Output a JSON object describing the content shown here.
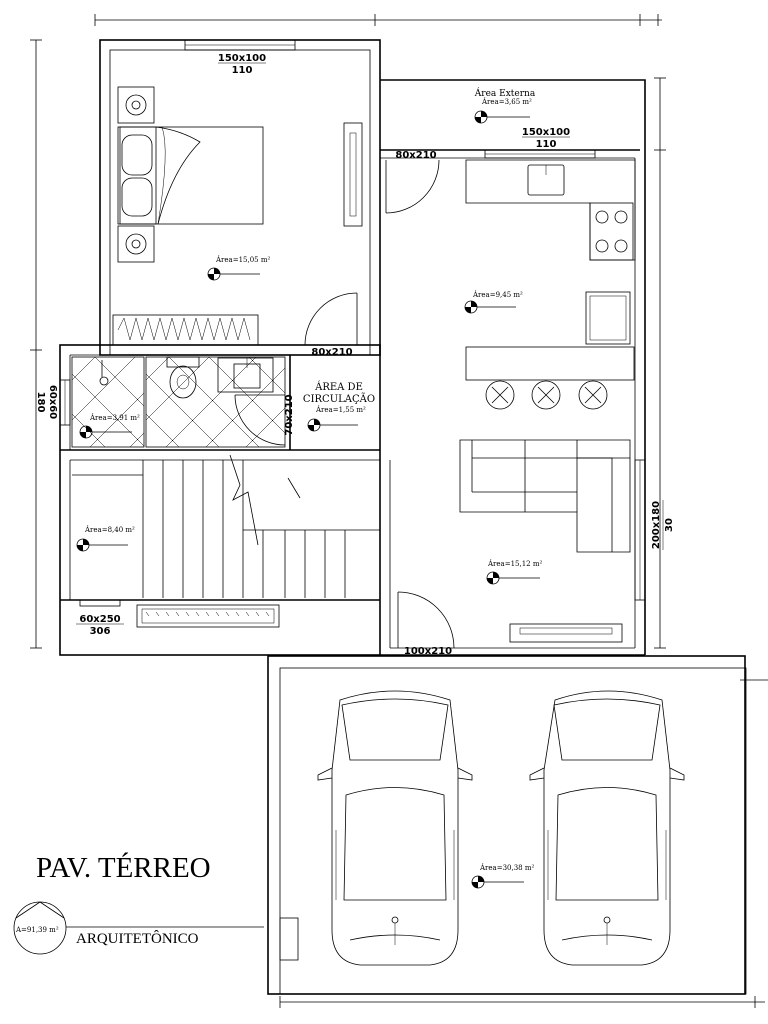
{
  "title": "PAV. TÉRREO",
  "subtitle": "ARQUITETÔNICO",
  "total_area": "A=91,39 m²",
  "rooms": {
    "bedroom_area": "Área=15,05 m²",
    "external_name": "Área Externa",
    "external_area": "Área=3,65 m²",
    "kitchen_area": "Área=9,45 m²",
    "circulation_name_1": "ÁREA DE",
    "circulation_name_2": "CIRCULAÇÃO",
    "circulation_area": "Área=1,55 m²",
    "bathroom_area": "Área=3,91 m²",
    "stairs_area": "Área=8,40 m²",
    "living_area": "Área=15,12 m²",
    "garage_area": "Área=30,38 m²"
  },
  "openings": {
    "bedroom_window": "150x100",
    "bedroom_window_sill": "110",
    "kitchen_window": "150x100",
    "kitchen_window_sill": "110",
    "door_external": "80x210",
    "door_bedroom": "80x210",
    "door_bathroom": "70x210",
    "window_bathroom": "60x60",
    "window_bathroom_sill": "180",
    "window_stairs": "60x250",
    "window_stairs_sill": "306",
    "window_living": "200x180",
    "window_living_sill": "30",
    "door_main": "100x210"
  }
}
